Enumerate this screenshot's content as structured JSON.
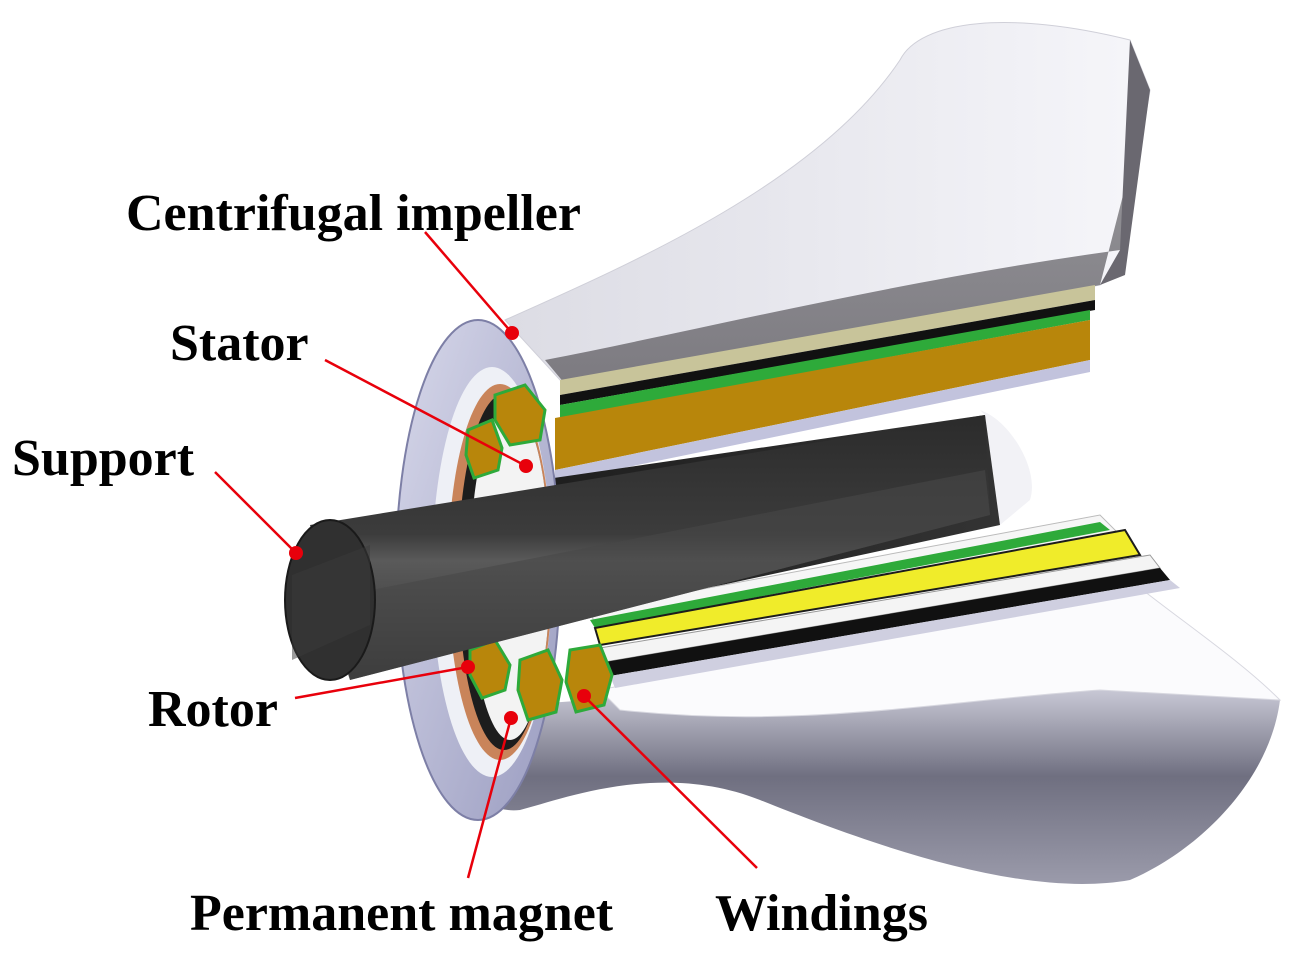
{
  "labels": {
    "centrifugal_impeller": "Centrifugal impeller",
    "stator": "Stator",
    "support": "Support",
    "rotor": "Rotor",
    "permanent_magnet": "Permanent magnet",
    "windings": "Windings"
  },
  "colors": {
    "leader_line": "#e8000b",
    "impeller_outer_light": "#f4f5fa",
    "impeller_shadow": "#6e6e7c",
    "impeller_upper_face": "#8c8a8c",
    "winding_gold": "#b8860b",
    "winding_yellow": "#f0ec2a",
    "stator_green": "#2eaa3a",
    "stator_lavender": "#b9bbdc",
    "rotor_copper": "#c9845a",
    "support_dark": "#3a3a3a"
  }
}
